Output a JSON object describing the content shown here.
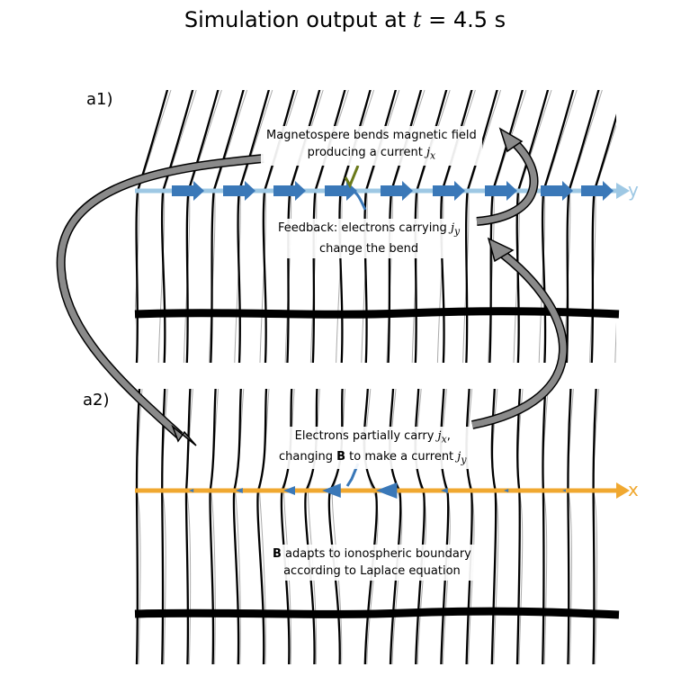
{
  "title": {
    "prefix": "Simulation output at ",
    "var": "t",
    "suffix": " = 4.5 s"
  },
  "panels": [
    {
      "label": "a1)",
      "axis_label": "y",
      "axis_color": "#9ec8e4",
      "arrow_color": "#3a78b8",
      "check_color": "#6b7a1a",
      "annotations": [
        {
          "lines": [
            "Magnetospere bends magnetic field",
            "producing a current "
          ],
          "sub": "x"
        },
        {
          "lines": [
            "Feedback: electrons carrying ",
            "change the bend"
          ],
          "sub": "y"
        }
      ]
    },
    {
      "label": "a2)",
      "axis_label": "x",
      "axis_color": "#f0a830",
      "arrow_color": "#3a78b8",
      "annotations": [
        {
          "lines": [
            "Electrons partially carry ",
            "changing B to make a current "
          ],
          "sub1": "x",
          "sub2": "y"
        },
        {
          "lines": [
            " adapts to ionospheric boundary",
            "according to Laplace equation"
          ],
          "bold": "B"
        }
      ]
    }
  ],
  "colors": {
    "field_line": "#000000",
    "boundary": "#000000",
    "connector_fill": "#8a8a8a",
    "connector_stroke": "#000000"
  }
}
